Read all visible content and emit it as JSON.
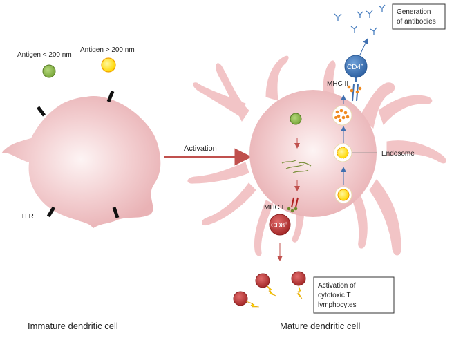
{
  "labels": {
    "antigen_small": "Antigen < 200 nm",
    "antigen_large": "Antigen > 200 nm",
    "tlr": "TLR",
    "activation": "Activation",
    "mhc2": "MHC II",
    "mhc1": "MHC I",
    "endosome": "Endosome",
    "cd4": "CD4",
    "cd4_sup": "+",
    "cd8": "CD8",
    "cd8_sup": "+",
    "box_antibodies": [
      "Generation",
      "of antibodies"
    ],
    "box_cytotoxic": [
      "Activation of",
      "cytotoxic T",
      "lymphocytes"
    ],
    "immature": "Immature dendritic cell",
    "mature": "Mature dendritic cell"
  },
  "colors": {
    "cell": "#f2c4c6",
    "cell_center": "#fdf2f2",
    "small_antigen": "#8dba4a",
    "large_antigen": "#ffe000",
    "cd4": "#3f78b7",
    "cd8": "#c03a3a",
    "arrow_red": "#c0504d",
    "arrow_blue": "#3f6fb0",
    "tlr": "#111111"
  }
}
